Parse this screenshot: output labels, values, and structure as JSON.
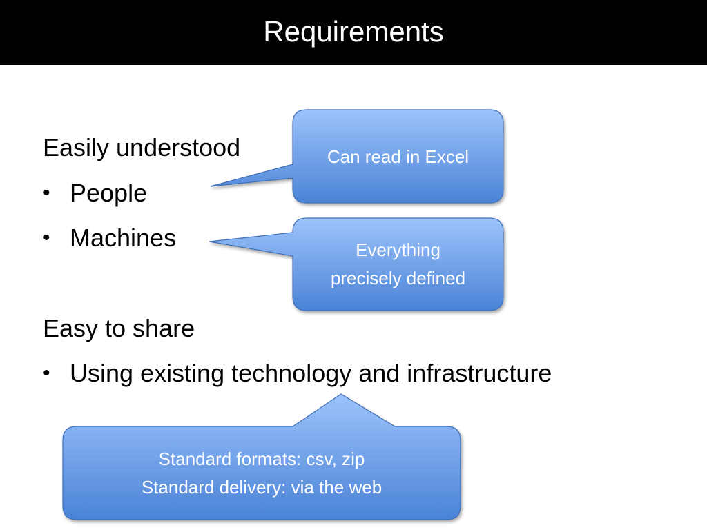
{
  "slide": {
    "title": "Requirements",
    "sections": [
      {
        "heading": "Easily understood",
        "bullets": [
          "People",
          "Machines"
        ]
      },
      {
        "heading": "Easy to share",
        "bullets": [
          "Using existing technology and infrastructure"
        ]
      }
    ],
    "bullet_glyph": "•",
    "callouts": [
      {
        "lines": [
          "Can read in Excel"
        ]
      },
      {
        "lines": [
          "Everything",
          "precisely defined"
        ]
      },
      {
        "lines": [
          "Standard formats: csv, zip",
          "Standard delivery: via the web"
        ]
      }
    ],
    "colors": {
      "title_bar": "#000000",
      "callout_top": "#9dc3fb",
      "callout_bottom": "#4a83d6",
      "callout_border": "#3f6fb8"
    }
  }
}
